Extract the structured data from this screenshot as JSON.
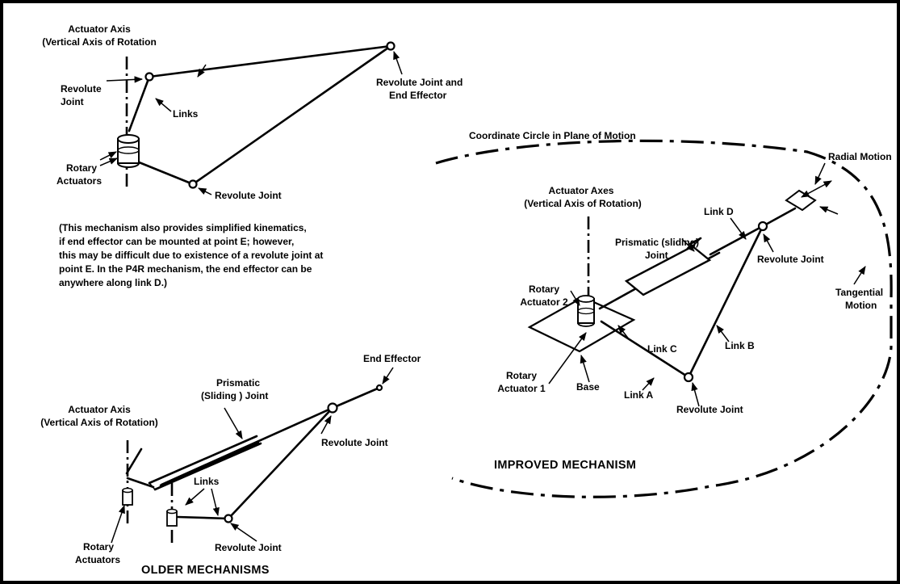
{
  "top_left": {
    "actuator_axis_l1": "Actuator Axis",
    "actuator_axis_l2": "(Vertical Axis of Rotation",
    "revolute_joint_l1": "Revolute",
    "revolute_joint_l2": "Joint",
    "links": "Links",
    "rj_end_effector_l1": "Revolute Joint and",
    "rj_end_effector_l2": "End Effector",
    "rotary_actuators_l1": "Rotary",
    "rotary_actuators_l2": "Actuators",
    "revolute_joint_bottom": "Revolute Joint"
  },
  "note": {
    "line1": "(This mechanism also provides simplified kinematics,",
    "line2": "if end effector can be mounted at point E; however,",
    "line3": "this may be difficult due to existence of a revolute joint at",
    "line4": "point E. In the P4R mechanism, the end effector can be",
    "line5": "anywhere along link D.)"
  },
  "bottom_left": {
    "end_effector": "End Effector",
    "prismatic_l1": "Prismatic",
    "prismatic_l2": "(Sliding ) Joint",
    "actuator_axis_l1": "Actuator Axis",
    "actuator_axis_l2": "(Vertical Axis of Rotation)",
    "revolute_joint_right": "Revolute Joint",
    "links": "Links",
    "rotary_actuators_l1": "Rotary",
    "rotary_actuators_l2": "Actuators",
    "revolute_joint_bottom": "Revolute Joint",
    "caption": "OLDER MECHANISMS"
  },
  "right": {
    "coordinate_circle": "Coordinate Circle in Plane of Motion",
    "radial_motion": "Radial Motion",
    "actuator_axes_l1": "Actuator Axes",
    "actuator_axes_l2": "(Vertical Axis of Rotation)",
    "link_d": "Link D",
    "prismatic_l1": "Prismatic (sliding)",
    "prismatic_l2": "Joint",
    "revolute_joint_top": "Revolute Joint",
    "tangential_l1": "Tangential",
    "tangential_l2": "Motion",
    "rotary_actuator2_l1": "Rotary",
    "rotary_actuator2_l2": "Actuator 2",
    "link_c": "Link C",
    "link_b": "Link B",
    "rotary_actuator1_l1": "Rotary",
    "rotary_actuator1_l2": "Actuator 1",
    "base": "Base",
    "link_a": "Link A",
    "revolute_joint_bottom": "Revolute Joint",
    "caption": "IMPROVED MECHANISM"
  }
}
